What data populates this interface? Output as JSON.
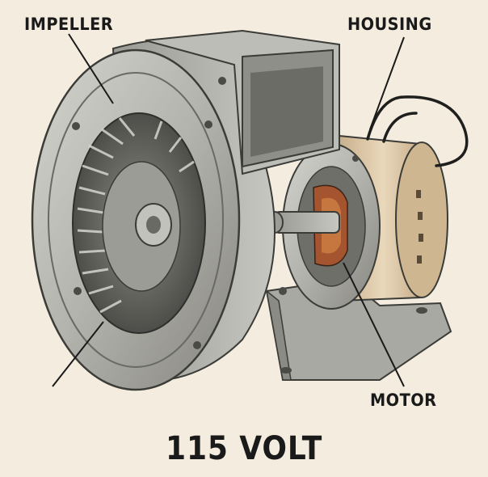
{
  "labels": {
    "impeller": "IMPELLER",
    "housing": "HOUSING",
    "motor": "MOTOR",
    "voltage": "115 VOLT"
  },
  "colors": {
    "background": "#f3ecdf",
    "housing_metal": "#b9b9b3",
    "housing_dark": "#7e7e78",
    "motor_body": "#d8c3a2",
    "copper_windings": "#a4552f",
    "ink": "#1a1a1a"
  }
}
